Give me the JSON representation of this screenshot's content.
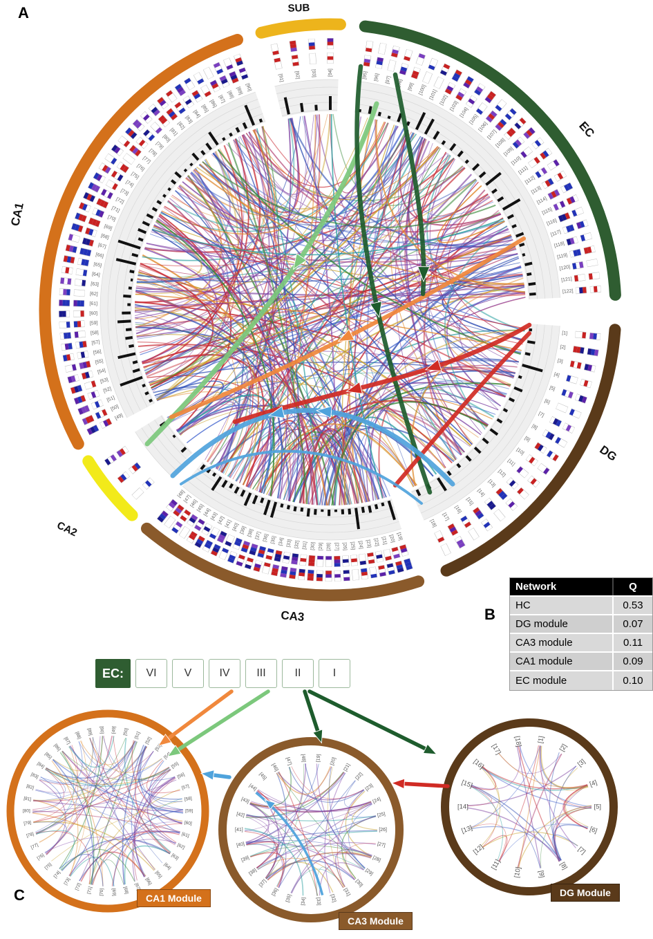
{
  "panel_labels": {
    "a": "A",
    "b": "B",
    "c": "C"
  },
  "colors": {
    "ca1": "#D4711B",
    "ca2": "#F2EA1A",
    "ca3": "#8A5A2B",
    "dg": "#5A3A1A",
    "sub": "#EDB41C",
    "ec": "#2F5D31",
    "arrow_orange": "#F0883C",
    "arrow_lightgreen": "#7CC87C",
    "arrow_darkgreen": "#1E5C2D",
    "arrow_red": "#D02B24",
    "arrow_blue": "#4FA3DC"
  },
  "main_circle": {
    "regions": [
      {
        "id": "dg",
        "label": "DG",
        "first": 1,
        "last": 18
      },
      {
        "id": "ca3",
        "label": "CA3",
        "first": 19,
        "last": 48
      },
      {
        "id": "ca2",
        "label": "CA2",
        "first": null,
        "last": null
      },
      {
        "id": "ca1",
        "label": "CA1",
        "first": 49,
        "last": 90
      },
      {
        "id": "sub",
        "label": "SUB",
        "first": 91,
        "last": 94
      },
      {
        "id": "ec",
        "label": "EC",
        "first": 95,
        "last": 122
      }
    ]
  },
  "table": {
    "headers": [
      "Network",
      "Q"
    ],
    "rows": [
      {
        "network": "HC",
        "q": "0.53"
      },
      {
        "network": "DG module",
        "q": "0.07"
      },
      {
        "network": "CA3 module",
        "q": "0.11"
      },
      {
        "network": "CA1 module",
        "q": "0.09"
      },
      {
        "network": "EC module",
        "q": "0.10"
      }
    ]
  },
  "ec_legend": {
    "label": "EC:",
    "layers": [
      "VI",
      "V",
      "IV",
      "III",
      "II",
      "I"
    ]
  },
  "modules": [
    {
      "id": "ca1",
      "label": "CA1 Module",
      "first": 49,
      "last": 90
    },
    {
      "id": "ca3",
      "label": "CA3 Module",
      "first": 19,
      "last": 48
    },
    {
      "id": "dg",
      "label": "DG Module",
      "first": 1,
      "last": 18
    }
  ]
}
